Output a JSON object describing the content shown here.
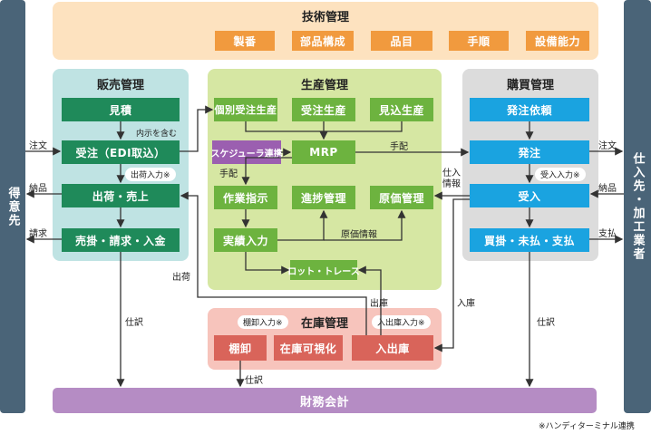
{
  "side": {
    "left": "得意先",
    "right": "仕入先・加工業者"
  },
  "tech": {
    "title": "技術管理",
    "items": [
      "製番",
      "部品構成",
      "品目",
      "手順",
      "設備能力"
    ]
  },
  "sales": {
    "title": "販売管理",
    "items": [
      "見積",
      "受注（EDI取込）",
      "出荷・売上",
      "売掛・請求・入金"
    ]
  },
  "production": {
    "title": "生産管理",
    "items": [
      "個別受注生産",
      "受注生産",
      "見込生産",
      "MRP",
      "作業指示",
      "進捗管理",
      "原価管理",
      "実績入力",
      "ロット・トレース"
    ],
    "scheduler": "スケジューラ連携"
  },
  "purchase": {
    "title": "購買管理",
    "items": [
      "発注依頼",
      "発注",
      "受入",
      "買掛・未払・支払"
    ]
  },
  "inventory": {
    "title": "在庫管理",
    "items": [
      "棚卸",
      "在庫可視化",
      "入出庫"
    ],
    "pills": [
      "棚卸入力※",
      "入出庫入力※"
    ]
  },
  "finance": {
    "title": "財務会計"
  },
  "labels": {
    "order_in": "注文",
    "deliver_left": "納品",
    "invoice": "請求",
    "order_out": "注文",
    "deliver_right": "納品",
    "payment": "支払",
    "naiji": "内示を含む",
    "ship_input": "出荷入力※",
    "receive_input": "受入入力※",
    "tehai1": "手配",
    "tehai2": "手配",
    "shiire_info": "仕入\n情報",
    "genka_info": "原価情報",
    "shukka": "出荷",
    "shukko": "出庫",
    "nyuko": "入庫",
    "shiwake1": "仕訳",
    "shiwake2": "仕訳",
    "shiwake3": "仕訳"
  },
  "footnote": "※ハンディターミナル連携",
  "colors": {
    "tech_bg": "#fde2bf",
    "sales_bg": "#bfe3e3",
    "prod_bg": "#d6e7a3",
    "purch_bg": "#dcdcdc",
    "inv_bg": "#f7c4bc",
    "finance": "#b58cc4"
  }
}
